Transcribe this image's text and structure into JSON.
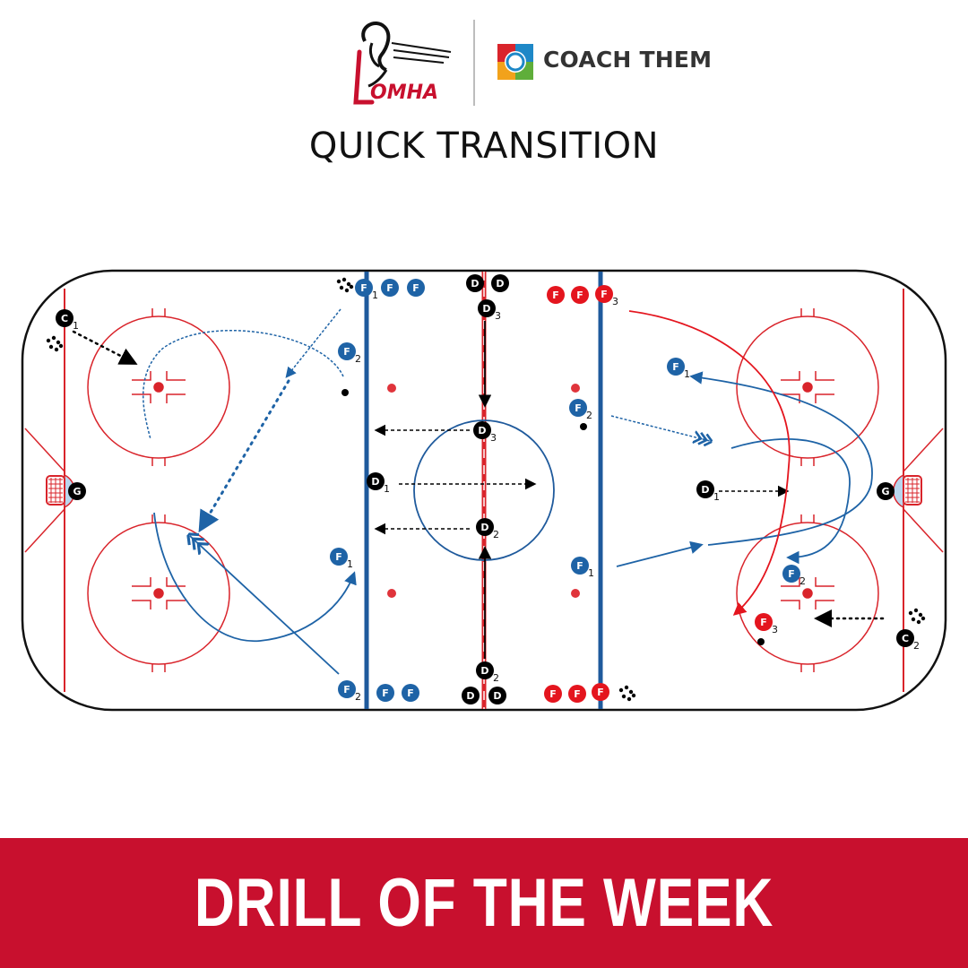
{
  "header": {
    "omha_logo_text": "OMHA",
    "coach_logo_text": "COACH THEM"
  },
  "title": "QUICK TRANSITION",
  "banner": {
    "text": "DRILL OF THE WEEK"
  },
  "colors": {
    "banner_red": "#c8102e",
    "rink_red": "#d9242b",
    "rink_blue": "#1f5a9c",
    "team_blue": "#1e63a6",
    "team_red": "#e4151e",
    "black": "#000000"
  },
  "players": {
    "C1": {
      "letter": "C",
      "sub": "1"
    },
    "C2": {
      "letter": "C",
      "sub": "2"
    },
    "G_left": {
      "letter": "G",
      "sub": ""
    },
    "G_right": {
      "letter": "G",
      "sub": ""
    },
    "F1_top": {
      "letter": "F",
      "sub": "1"
    },
    "F_top_b": {
      "letter": "F",
      "sub": ""
    },
    "F_top_c": {
      "letter": "F",
      "sub": ""
    },
    "F2_left": {
      "letter": "F",
      "sub": "2"
    },
    "F1_left": {
      "letter": "F",
      "sub": "1"
    },
    "F2_bottom": {
      "letter": "F",
      "sub": "2"
    },
    "F_bottom_b": {
      "letter": "F",
      "sub": ""
    },
    "F_bottom_c": {
      "letter": "F",
      "sub": ""
    },
    "D_top_a": {
      "letter": "D",
      "sub": ""
    },
    "D_top_b": {
      "letter": "D",
      "sub": ""
    },
    "D3_top": {
      "letter": "D",
      "sub": "3"
    },
    "D3_center": {
      "letter": "D",
      "sub": "3"
    },
    "D1_center": {
      "letter": "D",
      "sub": "1"
    },
    "D2_center": {
      "letter": "D",
      "sub": "2"
    },
    "D2_bottom": {
      "letter": "D",
      "sub": "2"
    },
    "D_bottom_a": {
      "letter": "D",
      "sub": ""
    },
    "D_bottom_b": {
      "letter": "D",
      "sub": ""
    },
    "F_red_top_a": {
      "letter": "F",
      "sub": ""
    },
    "F_red_top_b": {
      "letter": "F",
      "sub": ""
    },
    "F3_red_top": {
      "letter": "F",
      "sub": "3"
    },
    "F_red_bottom_a": {
      "letter": "F",
      "sub": ""
    },
    "F_red_bottom_b": {
      "letter": "F",
      "sub": ""
    },
    "F_red_bottom_c": {
      "letter": "F",
      "sub": ""
    },
    "F2_right_neutral": {
      "letter": "F",
      "sub": "2"
    },
    "F1_right_neutral": {
      "letter": "F",
      "sub": "1"
    },
    "F1_right_zone": {
      "letter": "F",
      "sub": "1"
    },
    "F2_right_zone": {
      "letter": "F",
      "sub": "2"
    },
    "F3_right_zone": {
      "letter": "F",
      "sub": "3"
    },
    "D1_right": {
      "letter": "D",
      "sub": "1"
    }
  }
}
